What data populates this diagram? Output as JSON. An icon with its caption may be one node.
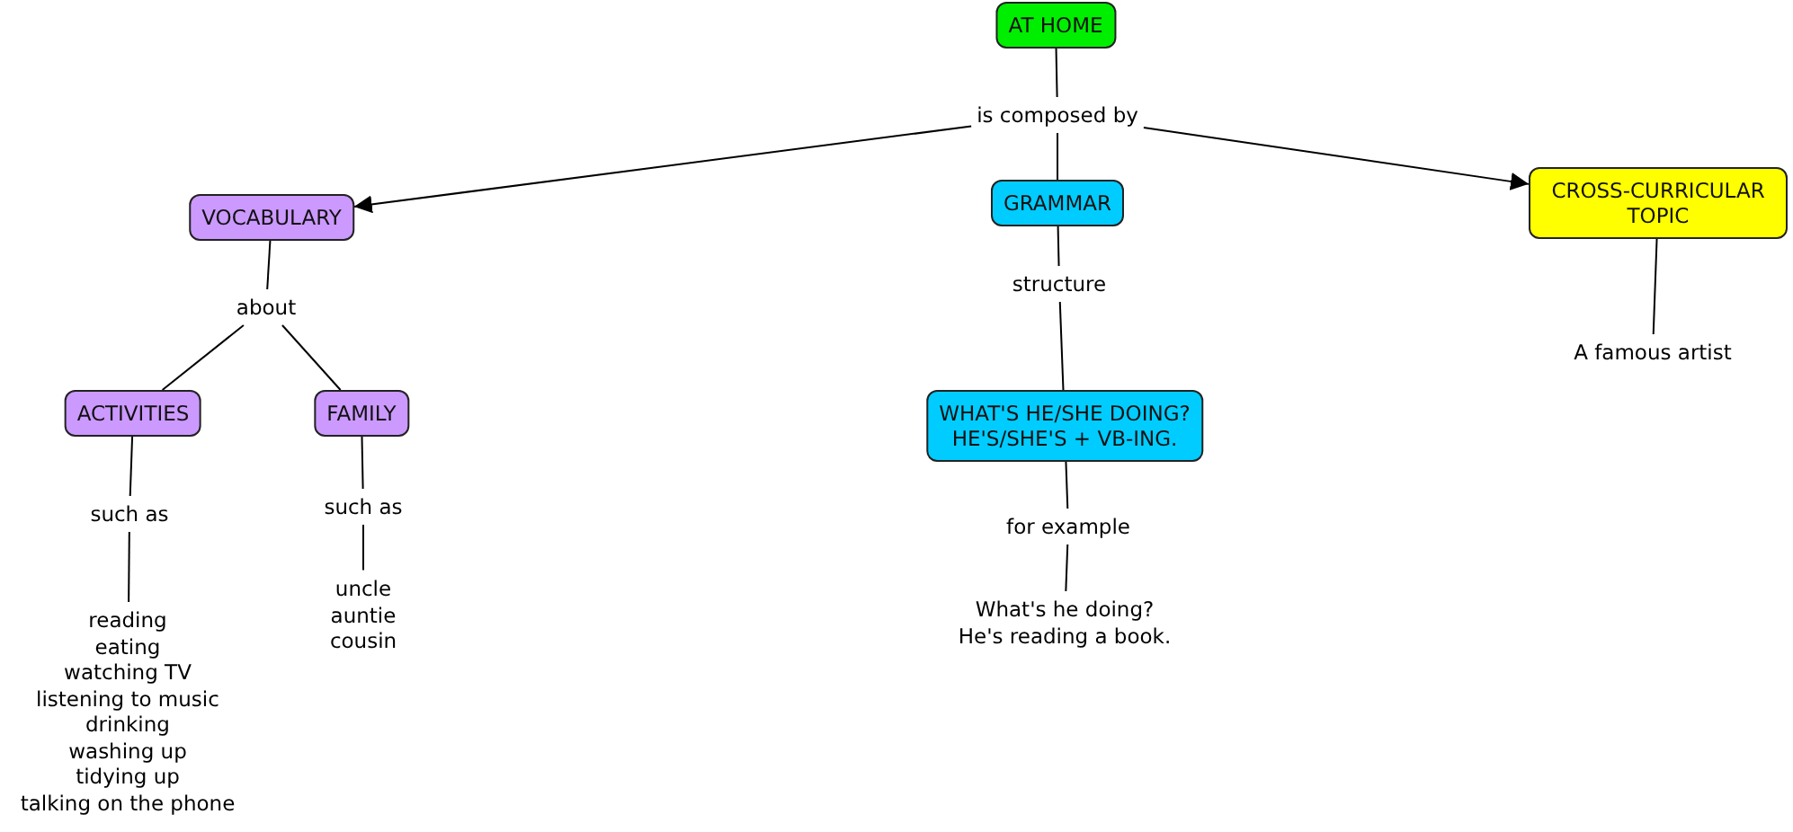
{
  "diagram": {
    "nodes": [
      {
        "text": [
          "AT HOME"
        ]
      },
      {
        "text": [
          "is composed by"
        ]
      },
      {
        "text": [
          "VOCABULARY"
        ]
      },
      {
        "text": [
          "GRAMMAR"
        ]
      },
      {
        "text": [
          "CROSS-CURRICULAR TOPIC"
        ]
      },
      {
        "text": [
          "about"
        ]
      },
      {
        "text": [
          "ACTIVITIES"
        ]
      },
      {
        "text": [
          "FAMILY"
        ]
      },
      {
        "text": [
          "such as"
        ]
      },
      {
        "text": [
          "such as"
        ]
      },
      {
        "text": [
          "reading",
          "eating",
          "watching TV",
          "listening to music",
          "drinking",
          "washing up",
          "tidying up",
          "talking on the phone"
        ]
      },
      {
        "text": [
          "uncle",
          "auntie",
          "cousin"
        ]
      },
      {
        "text": [
          "structure"
        ]
      },
      {
        "text": [
          "WHAT'S HE/SHE DOING?",
          "HE'S/SHE'S + VB-ING."
        ]
      },
      {
        "text": [
          "for example"
        ]
      },
      {
        "text": [
          "What's he doing?",
          "He's reading a book."
        ]
      },
      {
        "text": [
          "A famous artist"
        ]
      }
    ],
    "edges": [
      {
        "from": 0,
        "to": 1,
        "arrow": "none"
      },
      {
        "from": 1,
        "to": 2,
        "arrow": "to"
      },
      {
        "from": 1,
        "to": 3,
        "arrow": "none"
      },
      {
        "from": 1,
        "to": 4,
        "arrow": "to"
      },
      {
        "from": 2,
        "to": 5,
        "arrow": "none"
      },
      {
        "from": 5,
        "to": 6,
        "arrow": "none"
      },
      {
        "from": 5,
        "to": 7,
        "arrow": "none"
      },
      {
        "from": 6,
        "to": 8,
        "arrow": "none"
      },
      {
        "from": 8,
        "to": 10,
        "arrow": "none"
      },
      {
        "from": 7,
        "to": 9,
        "arrow": "none"
      },
      {
        "from": 9,
        "to": 11,
        "arrow": "none"
      },
      {
        "from": 3,
        "to": 12,
        "arrow": "none"
      },
      {
        "from": 12,
        "to": 13,
        "arrow": "none"
      },
      {
        "from": 13,
        "to": 14,
        "arrow": "none"
      },
      {
        "from": 14,
        "to": 15,
        "arrow": "none"
      },
      {
        "from": 4,
        "to": 16,
        "arrow": "none"
      }
    ]
  }
}
